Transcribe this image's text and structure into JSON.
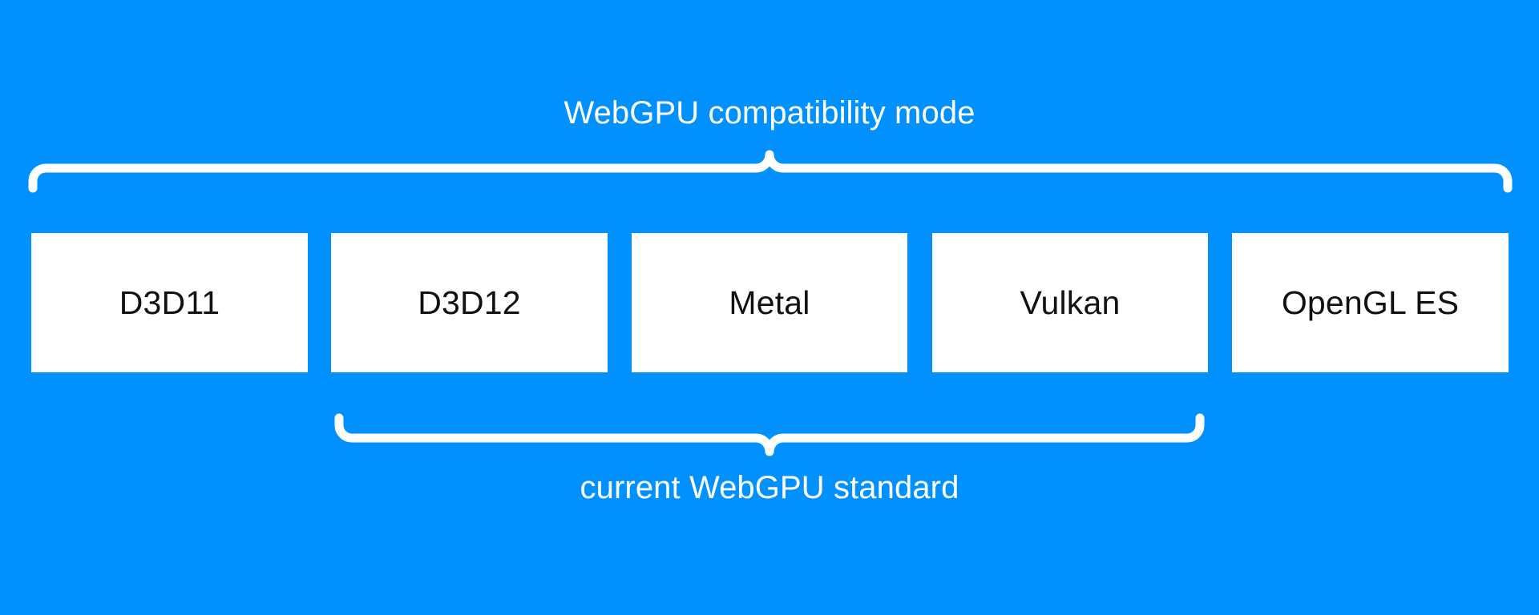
{
  "diagram": {
    "type": "bracket-grouping",
    "background_color": "#0091FF",
    "box_fill_color": "#FFFFFF",
    "box_text_color": "#111111",
    "brace_color": "#FFFFFF",
    "top_group": {
      "label": "WebGPU compatibility mode",
      "covers": [
        "D3D11",
        "D3D12",
        "Metal",
        "Vulkan",
        "OpenGL ES"
      ],
      "brace_direction": "up"
    },
    "bottom_group": {
      "label": "current WebGPU standard",
      "covers": [
        "D3D12",
        "Metal",
        "Vulkan"
      ],
      "brace_direction": "down"
    },
    "boxes": [
      {
        "label": "D3D11"
      },
      {
        "label": "D3D12"
      },
      {
        "label": "Metal"
      },
      {
        "label": "Vulkan"
      },
      {
        "label": "OpenGL ES"
      }
    ]
  }
}
